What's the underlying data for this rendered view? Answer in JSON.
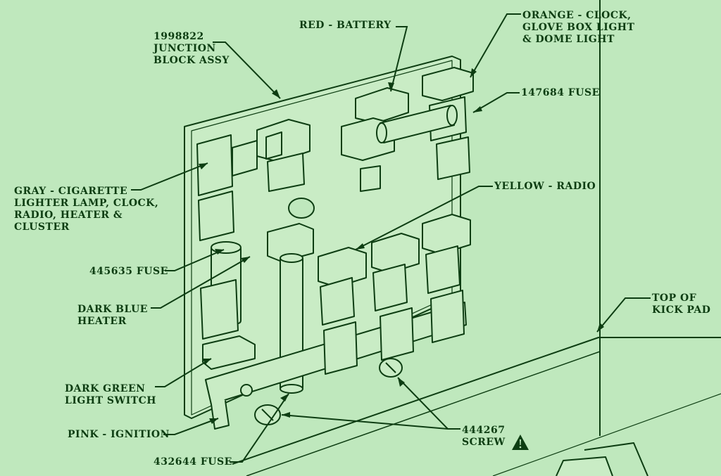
{
  "colors": {
    "background": "#bfe8bd",
    "ink": "#0d3d12",
    "fill": "#c9ecc5"
  },
  "labels": {
    "junction_block": "1998822\nJUNCTION\nBLOCK ASSY",
    "red_battery": "RED - BATTERY",
    "orange_clock": "ORANGE - CLOCK,\nGLOVE BOX LIGHT\n& DOME LIGHT",
    "fuse_147684": "147684 FUSE",
    "gray_cigarette": "GRAY - CIGARETTE\nLIGHTER LAMP, CLOCK,\nRADIO, HEATER &\nCLUSTER",
    "yellow_radio": "YELLOW - RADIO",
    "fuse_445635": "445635 FUSE",
    "dark_blue_heater": "DARK BLUE\nHEATER",
    "top_of_kick_pad": "TOP OF\nKICK PAD",
    "dark_green_light_switch": "DARK GREEN\nLIGHT SWITCH",
    "pink_ignition": "PINK - IGNITION",
    "screw_444267": "444267\nSCREW",
    "fuse_432644": "432644 FUSE"
  },
  "icons": {
    "warning": "warning-triangle-icon"
  }
}
